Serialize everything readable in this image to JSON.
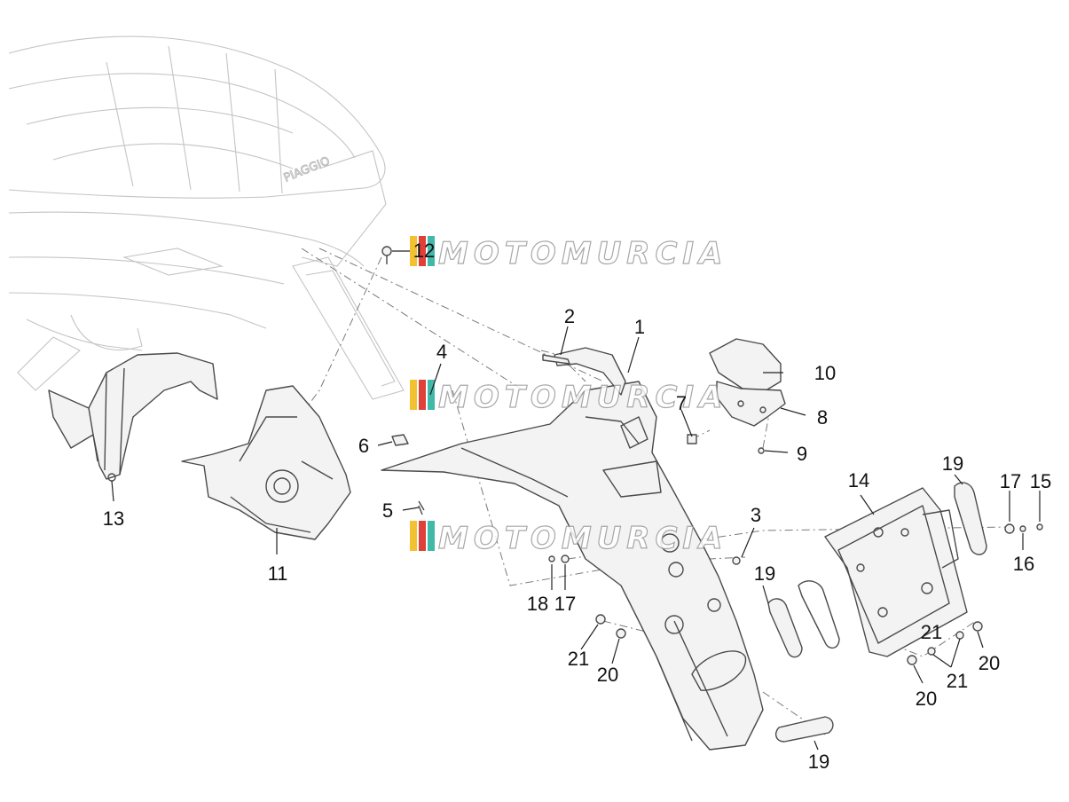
{
  "watermark": {
    "text": "MOTOMURCIA",
    "colors": [
      "#f2c230",
      "#e0403a",
      "#42b8a8"
    ]
  },
  "brand_on_seat": "PIAGGIO",
  "callouts": [
    {
      "id": "c1",
      "label": "1"
    },
    {
      "id": "c2",
      "label": "2"
    },
    {
      "id": "c3",
      "label": "3"
    },
    {
      "id": "c4",
      "label": "4"
    },
    {
      "id": "c5",
      "label": "5"
    },
    {
      "id": "c6",
      "label": "6"
    },
    {
      "id": "c7",
      "label": "7"
    },
    {
      "id": "c8",
      "label": "8"
    },
    {
      "id": "c9",
      "label": "9"
    },
    {
      "id": "c10",
      "label": "10"
    },
    {
      "id": "c11",
      "label": "11"
    },
    {
      "id": "c12",
      "label": "12"
    },
    {
      "id": "c13",
      "label": "13"
    },
    {
      "id": "c14",
      "label": "14"
    },
    {
      "id": "c15",
      "label": "15"
    },
    {
      "id": "c16",
      "label": "16"
    },
    {
      "id": "c17a",
      "label": "17"
    },
    {
      "id": "c17b",
      "label": "17"
    },
    {
      "id": "c18",
      "label": "18"
    },
    {
      "id": "c19a",
      "label": "19"
    },
    {
      "id": "c19b",
      "label": "19"
    },
    {
      "id": "c19c",
      "label": "19"
    },
    {
      "id": "c20a",
      "label": "20"
    },
    {
      "id": "c20b",
      "label": "20"
    },
    {
      "id": "c20c",
      "label": "20"
    },
    {
      "id": "c21a",
      "label": "21"
    },
    {
      "id": "c21b",
      "label": "21"
    },
    {
      "id": "c21c",
      "label": "21"
    }
  ]
}
